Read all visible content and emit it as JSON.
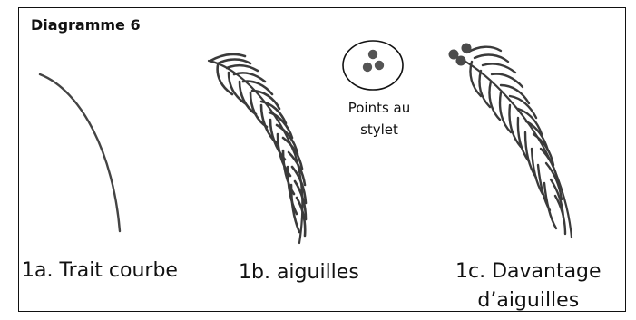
{
  "diagram": {
    "title": "Diagramme 6",
    "captions": {
      "curve": "1a. Trait courbe",
      "needles": "1b. aiguilles",
      "more_needles_line1": "1c. Davantage",
      "more_needles_line2": "d’aiguilles"
    },
    "dots_label_line1": "Points au",
    "dots_label_line2": "stylet"
  },
  "colors": {
    "ink": "#111111",
    "brush": "#3a3a3a",
    "dot": "#555555"
  }
}
